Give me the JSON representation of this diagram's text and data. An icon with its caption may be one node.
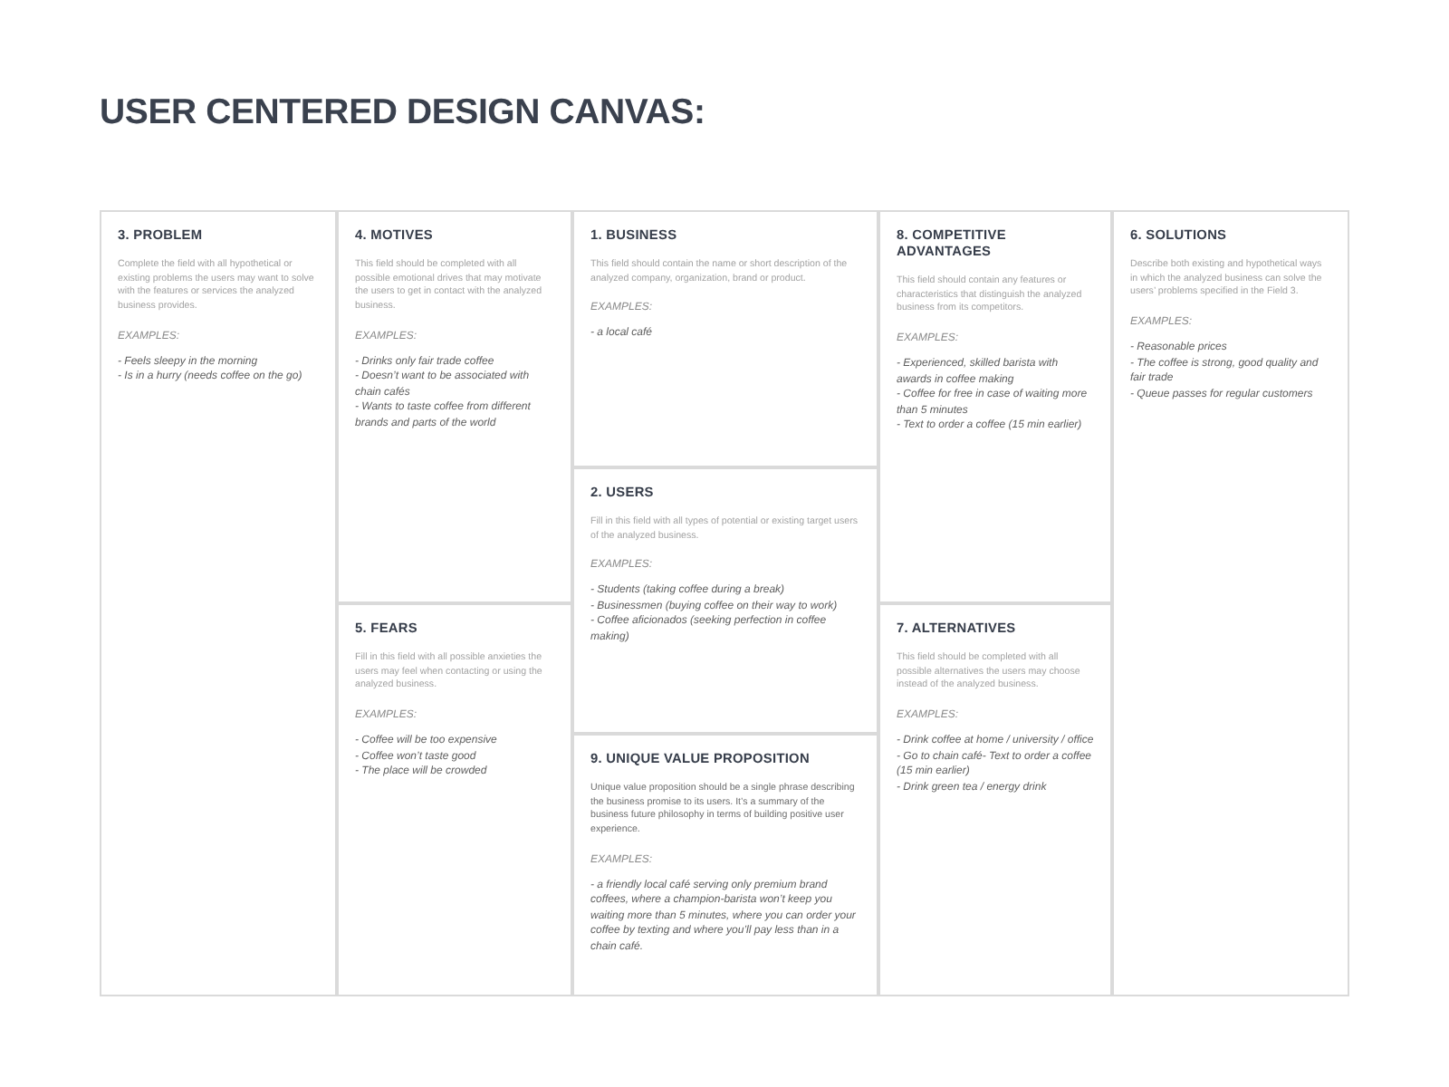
{
  "diagram": {
    "title": "USER CENTERED DESIGN CANVAS:",
    "nodes": [
      {
        "text": [
          "3. PROBLEM",
          "Complete the field with all hypothetical or existing problems the users may want to solve with the features or services the analyzed business provides.",
          "EXAMPLES:",
          "- Feels sleepy in the morning",
          "- Is in a hurry (needs coffee on the go)"
        ]
      },
      {
        "text": [
          "4. MOTIVES",
          "This field should be completed with all possible emotional drives that may motivate the users to get in contact with the analyzed business.",
          "EXAMPLES:",
          "- Drinks only fair trade coffee",
          "- Doesn’t want to be associated with chain cafés",
          "- Wants to taste coffee from different brands and parts of the world"
        ]
      },
      {
        "text": [
          "1. BUSINESS",
          "This field should contain the name or short description of the analyzed company, organization, brand or product.",
          "EXAMPLES:",
          "- a local café"
        ]
      },
      {
        "text": [
          "8. COMPETITIVE ADVANTAGES",
          "This field should contain any features or characteristics that distinguish the analyzed business from its competitors.",
          "EXAMPLES:",
          "- Experienced, skilled barista with awards in coffee making",
          "- Coffee for free in case of waiting more than 5 minutes",
          "- Text to order a coffee (15 min earlier)"
        ]
      },
      {
        "text": [
          "6. SOLUTIONS",
          "Describe both existing and hypothetical ways in which the analyzed business can solve the users’ problems specified in the Field 3.",
          "EXAMPLES:",
          "- Reasonable prices",
          "- The coffee is strong, good quality and fair trade",
          "- Queue passes for regular customers"
        ]
      },
      {
        "text": [
          "2. USERS",
          "Fill in this field with all types of potential or existing target users of the analyzed business.",
          "EXAMPLES:",
          "- Students (taking coffee during a break)",
          "- Businessmen (buying coffee on their way to work)",
          "- Coffee aficionados (seeking perfection in coffee making)"
        ]
      },
      {
        "text": [
          "5. FEARS",
          "Fill in this field with all possible anxieties the users may feel when contacting or using the analyzed business.",
          "EXAMPLES:",
          "- Coffee will be too expensive",
          "- Coffee won’t taste good",
          "- The place will be crowded"
        ]
      },
      {
        "text": [
          "7. ALTERNATIVES",
          "This field should be completed with all possible alternatives the users may choose instead of the analyzed business.",
          "EXAMPLES:",
          "- Drink coffee at home / university / office",
          "- Go to chain café- Text to order a coffee (15 min earlier)",
          "- Drink green tea / energy drink"
        ]
      },
      {
        "text": [
          "9. UNIQUE VALUE PROPOSITION",
          "Unique value proposition should be a single phrase describing the business promise to its users. It’s a summary of the business future philosophy in terms of building positive user experience.",
          "EXAMPLES:",
          "- a friendly local café serving only premium brand coffees, where a champion-barista won’t keep you waiting more than 5 minutes, where you can order your coffee by texting and where you’ll pay less than in a chain café."
        ]
      }
    ]
  }
}
